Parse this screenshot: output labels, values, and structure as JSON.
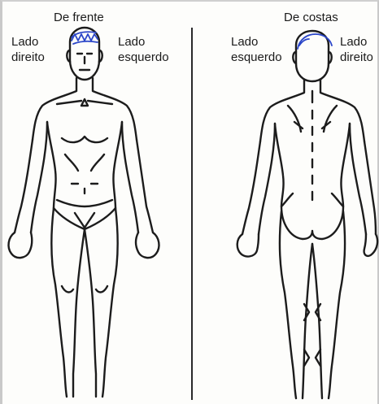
{
  "front": {
    "title": "De frente",
    "right_side_line1": "Lado",
    "right_side_line2": "direito",
    "left_side_line1": "Lado",
    "left_side_line2": "esquerdo"
  },
  "back": {
    "title": "De costas",
    "left_side_line1": "Lado",
    "left_side_line2": "esquerdo",
    "right_side_line1": "Lado",
    "right_side_line2": "direito"
  },
  "colors": {
    "outline": "#1c1c1c",
    "pain_marking": "#2a45c8",
    "background": "#fdfdfb"
  }
}
